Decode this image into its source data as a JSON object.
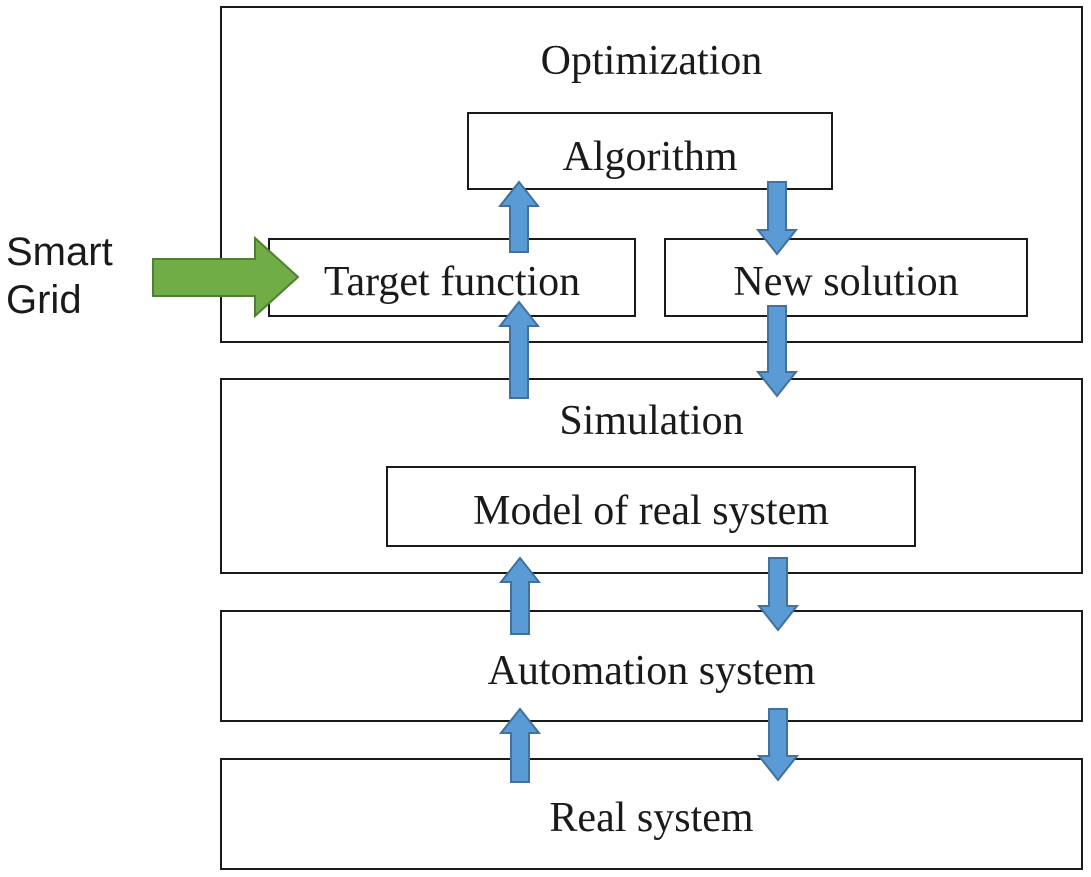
{
  "smart_grid": {
    "line1": "Smart",
    "line2": "Grid"
  },
  "optimization": {
    "title": "Optimization",
    "algorithm": "Algorithm",
    "target_function": "Target function",
    "new_solution": "New solution"
  },
  "simulation": {
    "title": "Simulation",
    "model": "Model of real system"
  },
  "automation": {
    "title": "Automation system"
  },
  "real_system": {
    "title": "Real system"
  },
  "colors": {
    "flow_arrow": "#5b9bd5",
    "flow_arrow_stroke": "#41719c",
    "input_arrow": "#70ad47",
    "input_arrow_stroke": "#507e32",
    "box_border": "#1a1a1a"
  }
}
